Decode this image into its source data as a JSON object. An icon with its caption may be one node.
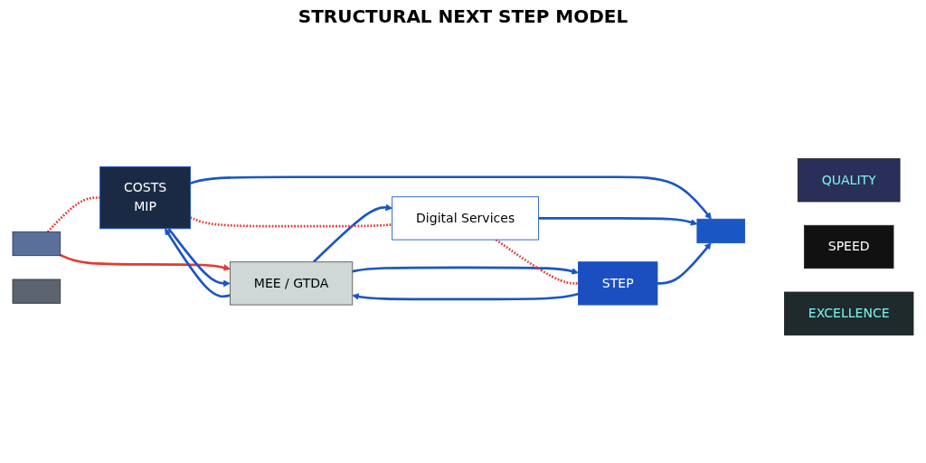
{
  "diagram": {
    "title": "STRUCTURAL NEXT STEP MODEL",
    "nodes": [
      {
        "text": [],
        "shape": "box"
      },
      {
        "text": [],
        "shape": "box"
      },
      {
        "text": [
          "MEE / GTDA"
        ]
      },
      {
        "text": [
          "COSTS",
          "MIP"
        ]
      },
      {
        "text": [
          "Digital Services"
        ]
      },
      {
        "text": [
          "STEP"
        ]
      },
      {
        "text": [],
        "shape": "bar"
      },
      {
        "text": [
          "QUALITY"
        ]
      },
      {
        "text": [
          "SPEED"
        ]
      },
      {
        "text": [
          "EXCELLENCE"
        ]
      }
    ],
    "edges": [
      {
        "from": 0,
        "to": 3,
        "arrow": "none",
        "style": "dashed",
        "color": "#e53935"
      },
      {
        "from": 0,
        "to": 2,
        "arrow": "to",
        "color": "#e53935"
      },
      {
        "from": 3,
        "to": 2,
        "arrow": "to"
      },
      {
        "from": 2,
        "to": 3,
        "arrow": "to"
      },
      {
        "from": 2,
        "to": 4,
        "arrow": "to"
      },
      {
        "from": 2,
        "to": 5,
        "arrow": "to"
      },
      {
        "from": 3,
        "to": 4,
        "arrow": "none",
        "style": "dashed",
        "color": "#e53935"
      },
      {
        "from": 4,
        "to": 5,
        "arrow": "none",
        "style": "dashed",
        "color": "#e53935"
      },
      {
        "from": 5,
        "to": 2,
        "arrow": "to"
      },
      {
        "from": 3,
        "to": 6,
        "arrow": "to"
      },
      {
        "from": 4,
        "to": 6,
        "arrow": "to"
      },
      {
        "from": 5,
        "to": 6,
        "arrow": "to"
      }
    ]
  }
}
